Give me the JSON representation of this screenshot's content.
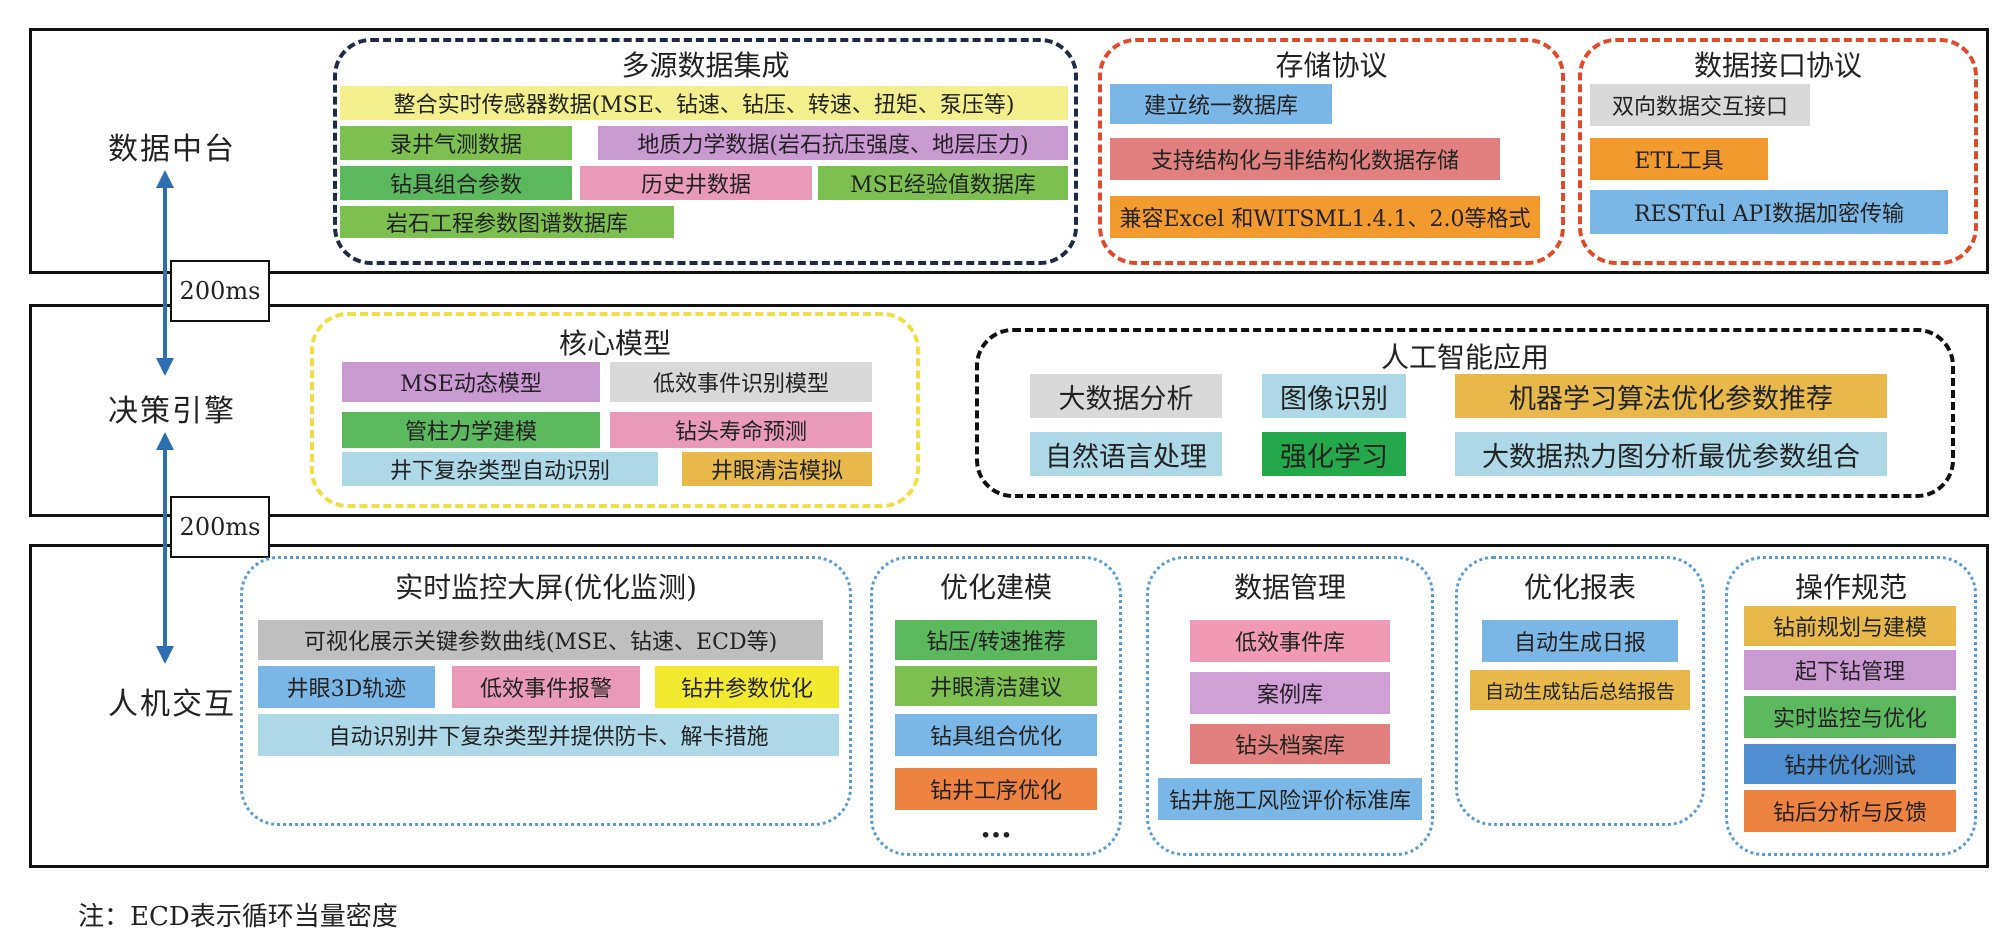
{
  "colors": {
    "yellow_light": "#f2ef8e",
    "green": "#7dc052",
    "green_dark": "#5cb85c",
    "purple": "#c99ad1",
    "pink": "#e89ab8",
    "blue": "#7ab6e6",
    "salmon": "#e08080",
    "orange": "#f29a2e",
    "gray": "#d9d9d9",
    "gray_dark": "#bfbfbf",
    "light_blue": "#add8e6",
    "gold": "#e8b84a",
    "strong_green": "#23a84a",
    "pink_light": "#f09ab5",
    "lavender": "#cf9fd6",
    "orange_dark": "#ee8240",
    "steel_blue": "#4f8fcf",
    "bright_yellow": "#f3ea2f"
  },
  "layers": {
    "data": {
      "label": "数据中台"
    },
    "decision": {
      "label": "决策引擎"
    },
    "hci": {
      "label": "人机交互"
    }
  },
  "latency": {
    "top": "200ms",
    "bottom": "200ms"
  },
  "groups": {
    "multi_source": {
      "title": "多源数据集成",
      "items": [
        "整合实时传感器数据(MSE、钻速、钻压、转速、扭矩、泵压等)",
        "录井气测数据",
        "地质力学数据(岩石抗压强度、地层压力)",
        "钻具组合参数",
        "历史井数据",
        "MSE经验值数据库",
        "岩石工程参数图谱数据库"
      ]
    },
    "storage": {
      "title": "存储协议",
      "items": [
        "建立统一数据库",
        "支持结构化与非结构化数据存储",
        "兼容Excel 和WITSML1.4.1、2.0等格式"
      ]
    },
    "interface": {
      "title": "数据接口协议",
      "items": [
        "双向数据交互接口",
        "ETL工具",
        "RESTful API数据加密传输"
      ]
    },
    "core_model": {
      "title": "核心模型",
      "items": [
        "MSE动态模型",
        "低效事件识别模型",
        "管柱力学建模",
        "钻头寿命预测",
        "井下复杂类型自动识别",
        "井眼清洁模拟"
      ]
    },
    "ai": {
      "title": "人工智能应用",
      "items": [
        "大数据分析",
        "图像识别",
        "机器学习算法优化参数推荐",
        "自然语言处理",
        "强化学习",
        "大数据热力图分析最优参数组合"
      ]
    },
    "monitor": {
      "title": "实时监控大屏(优化监测)",
      "items": [
        "可视化展示关键参数曲线(MSE、钻速、ECD等)",
        "井眼3D轨迹",
        "低效事件报警",
        "钻井参数优化",
        "自动识别井下复杂类型并提供防卡、解卡措施"
      ]
    },
    "opt_model": {
      "title": "优化建模",
      "items": [
        "钻压/转速推荐",
        "井眼清洁建议",
        "钻具组合优化",
        "钻井工序优化"
      ],
      "ellipsis": "···"
    },
    "data_mgmt": {
      "title": "数据管理",
      "items": [
        "低效事件库",
        "案例库",
        "钻头档案库",
        "钻井施工风险评价标准库"
      ]
    },
    "report": {
      "title": "优化报表",
      "items": [
        "自动生成日报",
        "自动生成钻后总结报告"
      ]
    },
    "ops": {
      "title": "操作规范",
      "items": [
        "钻前规划与建模",
        "起下钻管理",
        "实时监控与优化",
        "钻井优化测试",
        "钻后分析与反馈"
      ]
    }
  },
  "note": "注：ECD表示循环当量密度"
}
